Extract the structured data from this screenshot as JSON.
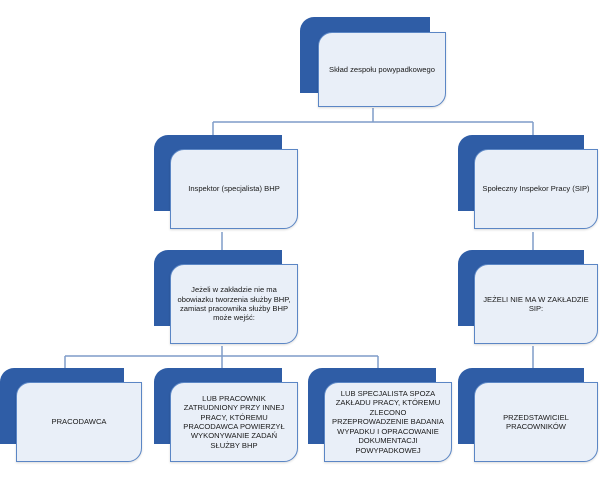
{
  "diagram": {
    "root": {
      "label": "Skład zespołu powypadkowego"
    },
    "left_branch": {
      "label": "Inspektor (specjalista) BHP"
    },
    "right_branch": {
      "label": "Społeczny Inspekor Pracy (SIP)"
    },
    "left_condition": {
      "label": "Jeżeli w zakładzie nie ma obowiazku tworzenia służby BHP, zamiast pracownika służby BHP może wejść:"
    },
    "right_condition": {
      "label": "JEŻELI NIE MA W ZAKŁADZIE SIP:"
    },
    "leaf_employer": {
      "label": "PRACODAWCA"
    },
    "leaf_worker": {
      "label": "LUB PRACOWNIK ZATRUDNIONY PRZY INNEJ PRACY, KTÓREMU PRACODAWCA POWIERZYŁ WYKONYWANIE ZADAŃ SŁUŻBY BHP"
    },
    "leaf_external": {
      "label": "LUB SPECJALISTA SPOZA ZAKŁADU PRACY, KTÓREMU ZLECONO PRZEPROWADZENIE BADANIA WYPADKU I OPRACOWANIE DOKUMENTACJI POWYPADKOWEJ"
    },
    "leaf_representative": {
      "label": "PRZEDSTAWICIEL PRACOWNIKÓW"
    }
  },
  "colors": {
    "shadow_block": "#2f5da6",
    "card_fill": "#e9eff8",
    "card_border": "#5b86c5",
    "connector": "#7f9cc8"
  }
}
